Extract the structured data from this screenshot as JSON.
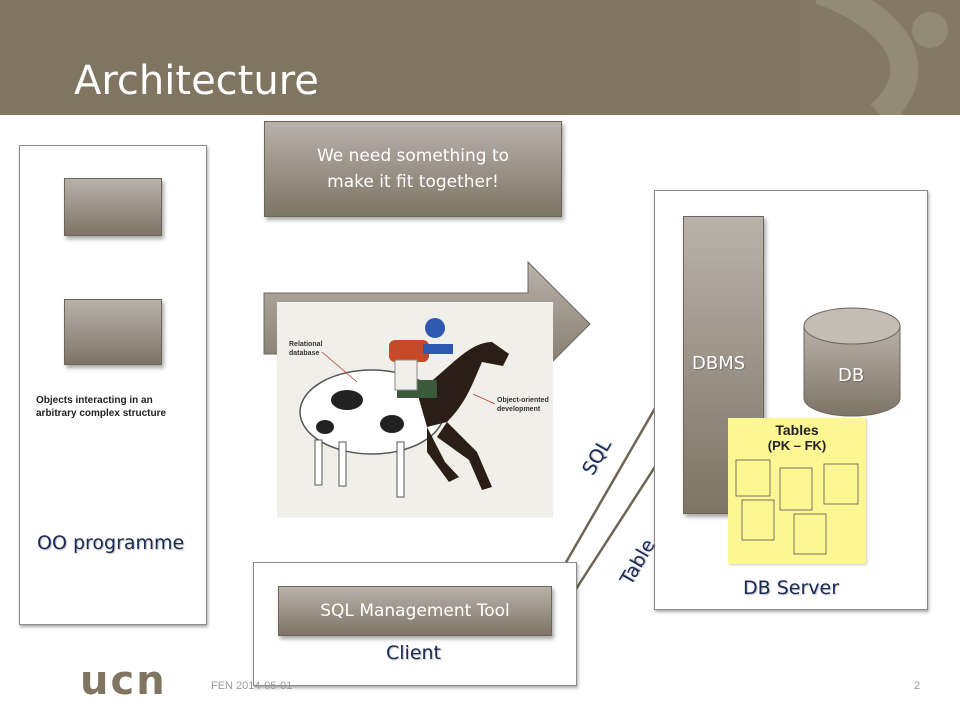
{
  "slide": {
    "title": "Architecture",
    "callout": "We need something to make it fit together!",
    "oo_label": "OO programme",
    "oo_caption": "Objects interacting in an arbitrary complex structure",
    "client_label": "Client",
    "client_button": "SQL Management Tool",
    "db_server_label": "DB Server",
    "dbms_label": "DBMS",
    "db_label": "DB",
    "arrow_sql": "SQL",
    "arrow_table": "Table",
    "photo_label_relational": "Relational database",
    "photo_label_oo": "Object-oriented development",
    "tables_title": "Tables",
    "tables_subtitle": "(PK – FK)",
    "footer_date": "FEN 2014-05-01",
    "page_number": "2",
    "logo": "ucn"
  }
}
